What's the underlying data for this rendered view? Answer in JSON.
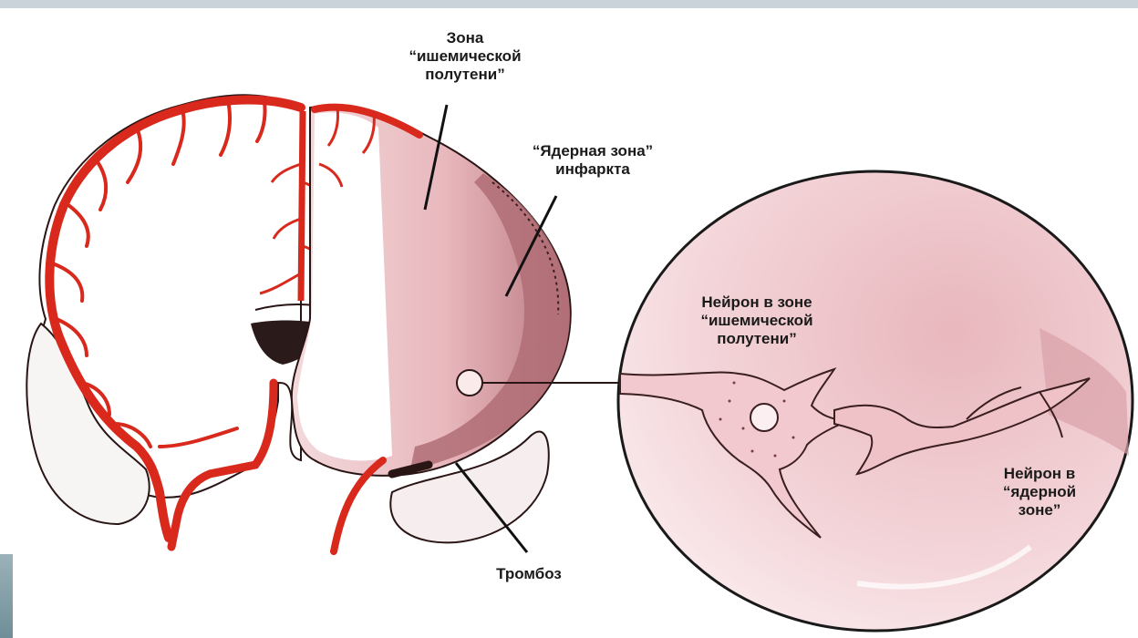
{
  "labels": {
    "penumbra_zone": [
      "Зона",
      "“ишемической",
      "полутени”"
    ],
    "core_zone": [
      "“Ядерная зона”",
      "инфаркта"
    ],
    "thrombosis": "Тромбоз",
    "penumbra_neuron": [
      "Нейрон в зоне",
      "“ишемической",
      "полутени”"
    ],
    "core_neuron": [
      "Нейрон в",
      "“ядерной",
      "зоне”"
    ]
  },
  "colors": {
    "artery": "#d8291c",
    "penumbra_tissue": "#efc9cc",
    "core_tissue": "#c98c93",
    "outline": "#2a1515",
    "magnified_field": "#f4d6da",
    "frame": "#c9d3d9"
  }
}
